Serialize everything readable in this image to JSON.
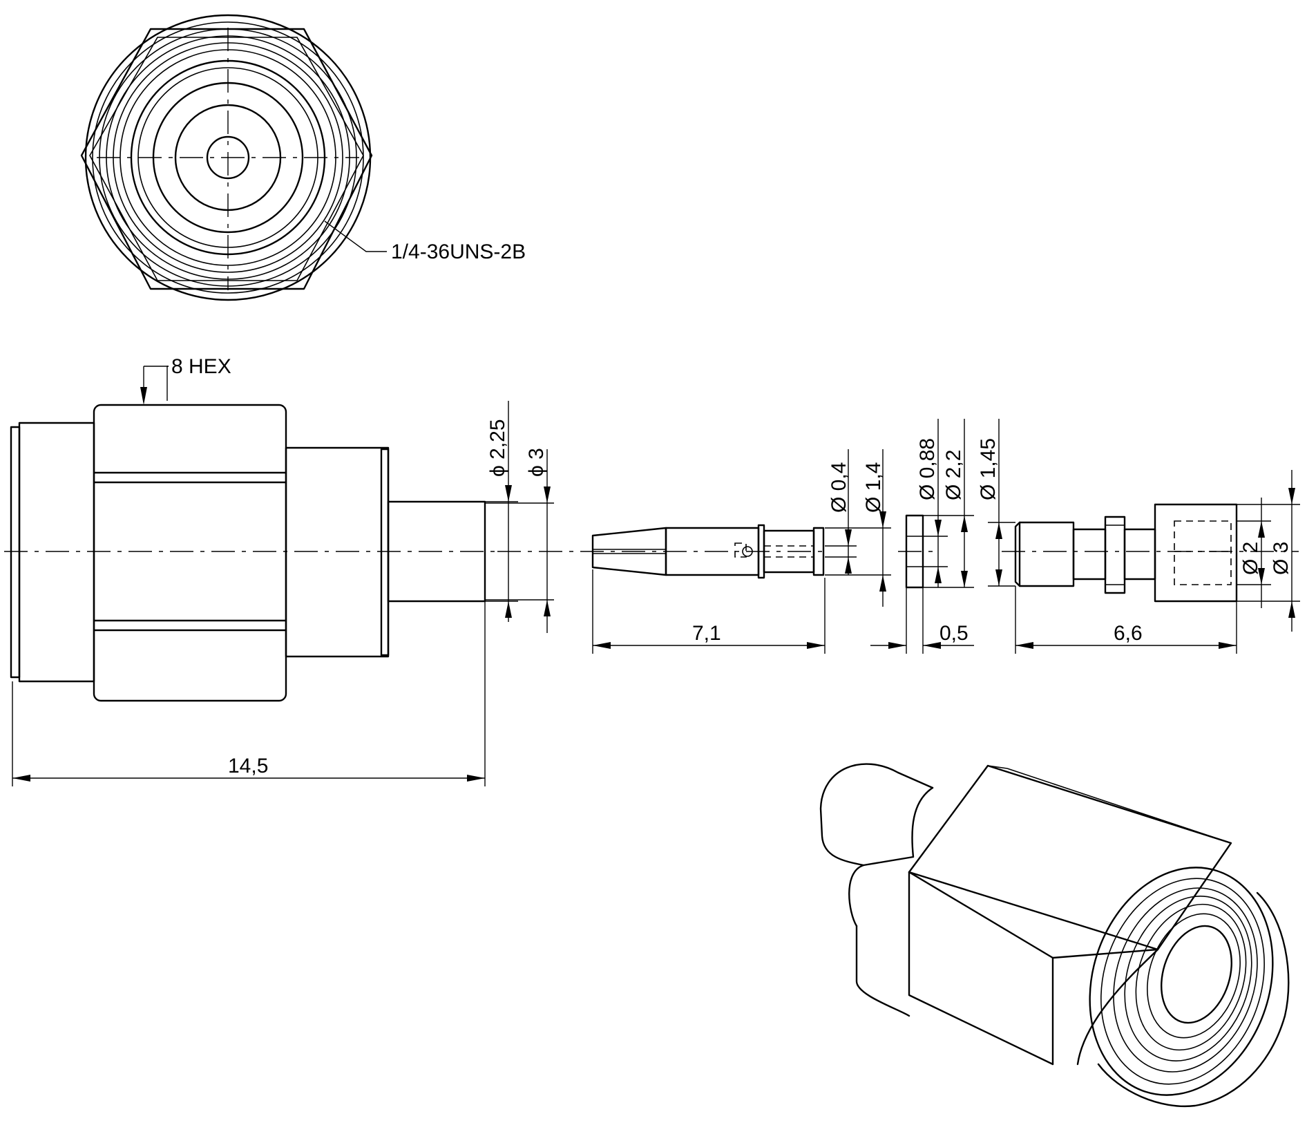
{
  "labels": {
    "thread": "1/4-36UNS-2B",
    "hex": "8 HEX",
    "overall_length": "14,5",
    "pin_length": "7,1",
    "insulator_length": "0,5",
    "ferrule_length": "6,6"
  },
  "diameters": {
    "body_inner": "ϕ 2,25",
    "body_outer": "ϕ 3",
    "pin_small": "Ø 0,4",
    "pin_large": "Ø 1,4",
    "insulator_inner": "Ø 0,88",
    "insulator_outer": "Ø 2,2",
    "ferrule_neck": "Ø 1,45",
    "ferrule_inner": "Ø 2",
    "ferrule_outer": "Ø 3"
  },
  "colors": {
    "line": "#000000",
    "background": "#ffffff"
  }
}
